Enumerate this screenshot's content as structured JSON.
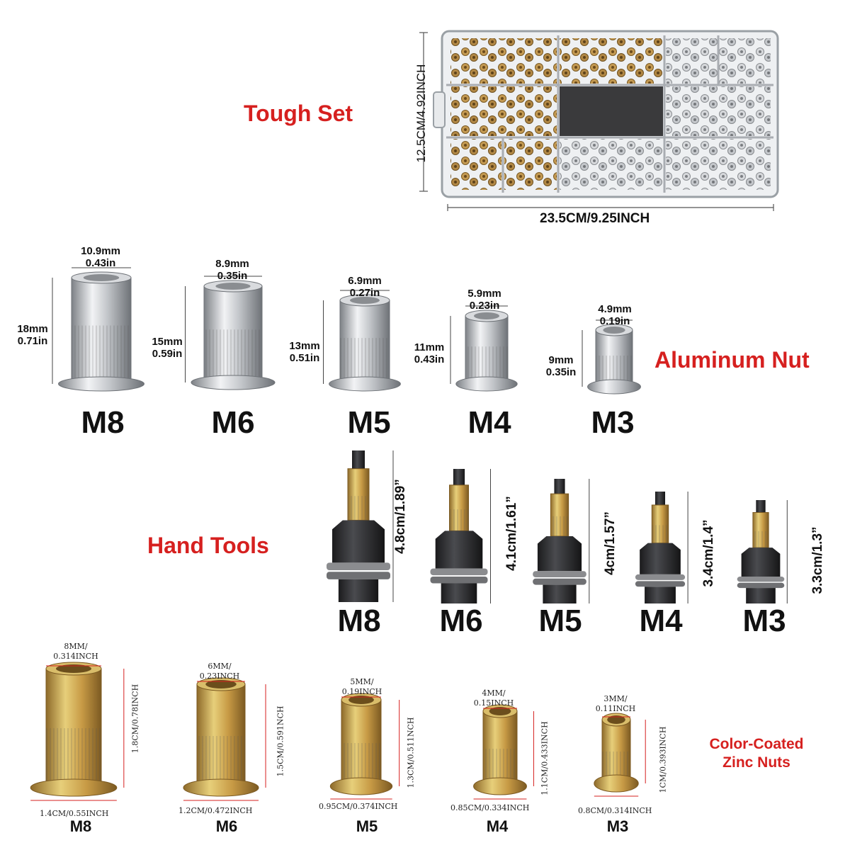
{
  "titles": {
    "tough_set": "Tough Set",
    "aluminum_nut": "Aluminum Nut",
    "hand_tools": "Hand Tools",
    "zinc_line1": "Color-Coated",
    "zinc_line2": "Zinc Nuts"
  },
  "box": {
    "height_label": "12.5CM/4.92INCH",
    "width_label": "23.5CM/9.25INCH"
  },
  "aluminum": [
    {
      "size": "M8",
      "w_mm": "10.9mm",
      "w_in": "0.43in",
      "h_mm": "18mm",
      "h_in": "0.71in"
    },
    {
      "size": "M6",
      "w_mm": "8.9mm",
      "w_in": "0.35in",
      "h_mm": "15mm",
      "h_in": "0.59in"
    },
    {
      "size": "M5",
      "w_mm": "6.9mm",
      "w_in": "0.27in",
      "h_mm": "13mm",
      "h_in": "0.51in"
    },
    {
      "size": "M4",
      "w_mm": "5.9mm",
      "w_in": "0.23in",
      "h_mm": "11mm",
      "h_in": "0.43in"
    },
    {
      "size": "M3",
      "w_mm": "4.9mm",
      "w_in": "0.19in",
      "h_mm": "9mm",
      "h_in": "0.35in"
    }
  ],
  "tools": [
    {
      "size": "M8",
      "length": "4.8cm/1.89”"
    },
    {
      "size": "M6",
      "length": "4.1cm/1.61”"
    },
    {
      "size": "M5",
      "length": "4cm/1.57”"
    },
    {
      "size": "M4",
      "length": "3.4cm/1.4”"
    },
    {
      "size": "M3",
      "length": "3.3cm/1.3”"
    }
  ],
  "zinc": [
    {
      "size": "M8",
      "top1": "8MM/",
      "top2": "0.314INCH",
      "height": "1.8CM/0.78INCH",
      "base": "1.4CM/0.55INCH"
    },
    {
      "size": "M6",
      "top1": "6MM/",
      "top2": "0.23INCH",
      "height": "1.5CM/0.591NCH",
      "base": "1.2CM/0.472INCH"
    },
    {
      "size": "M5",
      "top1": "5MM/",
      "top2": "0.19INCH",
      "height": "1.3CM/0.511NCH",
      "base": "0.95CM/0.374INCH"
    },
    {
      "size": "M4",
      "top1": "4MM/",
      "top2": "0.15INCH",
      "height": "1.1CM/0.433INCH",
      "base": "0.85CM/0.334INCH"
    },
    {
      "size": "M3",
      "top1": "3MM/",
      "top2": "0.11INCH",
      "height": "1CM/0.393INCH",
      "base": "0.8CM/0.314INCH"
    }
  ],
  "colors": {
    "accent_red": "#d6201f",
    "aluminum": "#b9bcc0",
    "zinc": "#c9a44a",
    "steel_black": "#2b2b2d"
  }
}
